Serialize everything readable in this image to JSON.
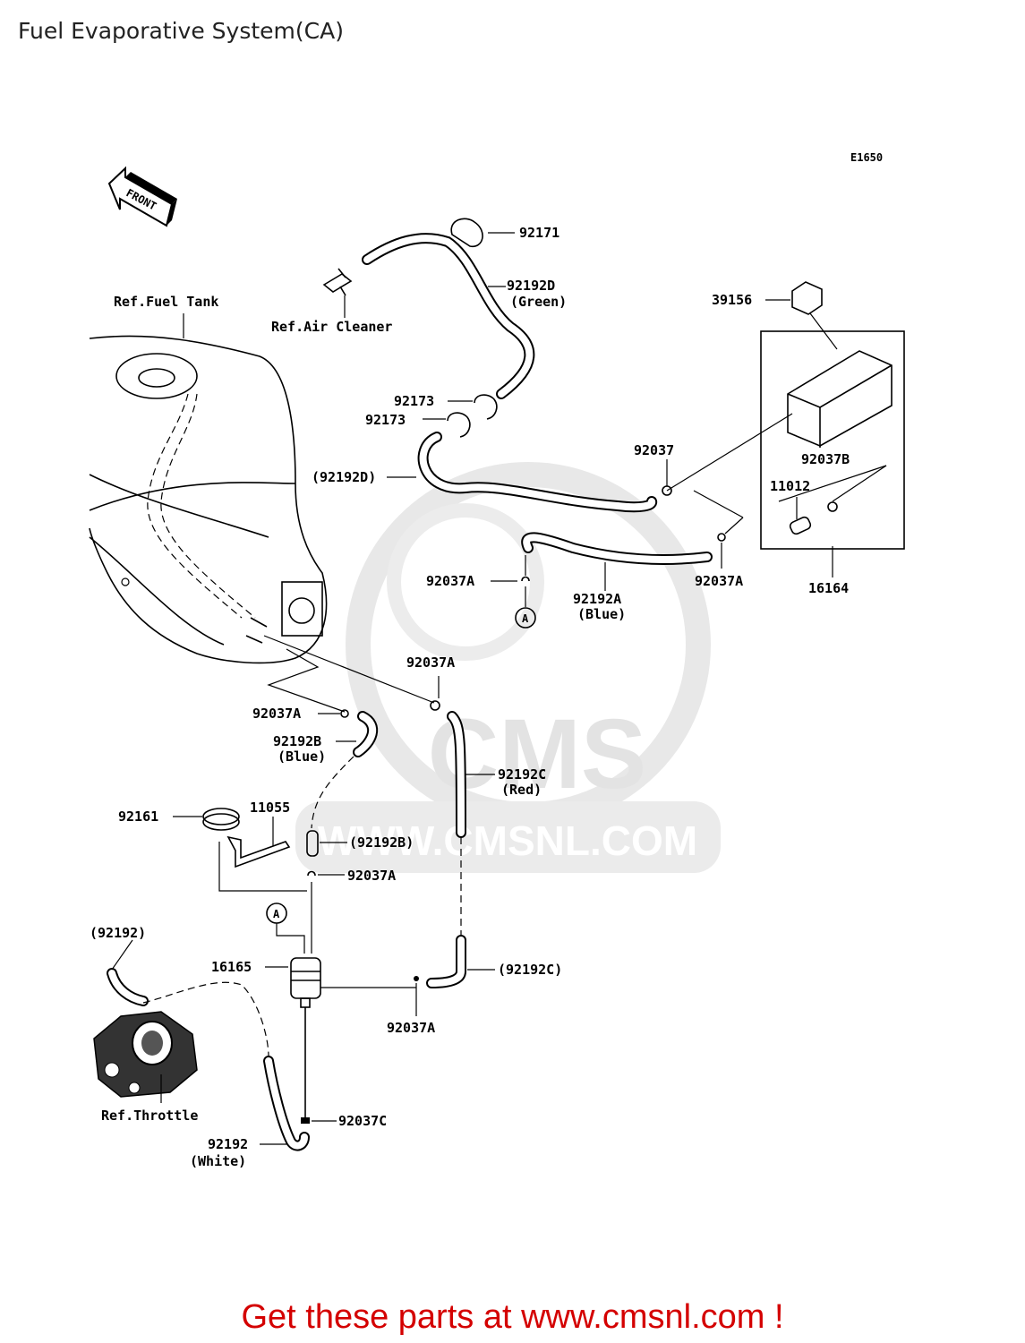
{
  "title": "Fuel Evaporative System(CA)",
  "diagram_code": "E1650",
  "front_arrow": "FRONT",
  "refs": {
    "fuel_tank": "Ref.Fuel Tank",
    "air_cleaner": "Ref.Air Cleaner",
    "throttle": "Ref.Throttle"
  },
  "parts": {
    "p92171": "92171",
    "p92192d": "92192D",
    "p92192d_color": "(Green)",
    "p39156": "39156",
    "p92173_a": "92173",
    "p92173_b": "92173",
    "p92192d_ref": "(92192D)",
    "p92037": "92037",
    "p92037b": "92037B",
    "p11012": "11012",
    "p92037a_1": "92037A",
    "p92037a_2": "92037A",
    "p92192a": "92192A",
    "p92192a_color": "(Blue)",
    "p16164": "16164",
    "p92037a_3": "92037A",
    "p92037a_4": "92037A",
    "p92192b": "92192B",
    "p92192b_color": "(Blue)",
    "p92192c": "92192C",
    "p92192c_color": "(Red)",
    "p92161": "92161",
    "p11055": "11055",
    "p92192b_ref": "(92192B)",
    "p92037a_5": "92037A",
    "p92192_ref": "(92192)",
    "p16165": "16165",
    "p92192c_ref": "(92192C)",
    "p92037a_6": "92037A",
    "p92037c": "92037C",
    "p92192": "92192",
    "p92192_color": "(White)"
  },
  "connector_a": "A",
  "watermark": {
    "brand": "CMS",
    "url": "WWW.CMSNL.COM"
  },
  "footer": "Get these parts at www.cmsnl.com !",
  "colors": {
    "footer": "#d40000",
    "watermark": "#e6e6e6"
  }
}
